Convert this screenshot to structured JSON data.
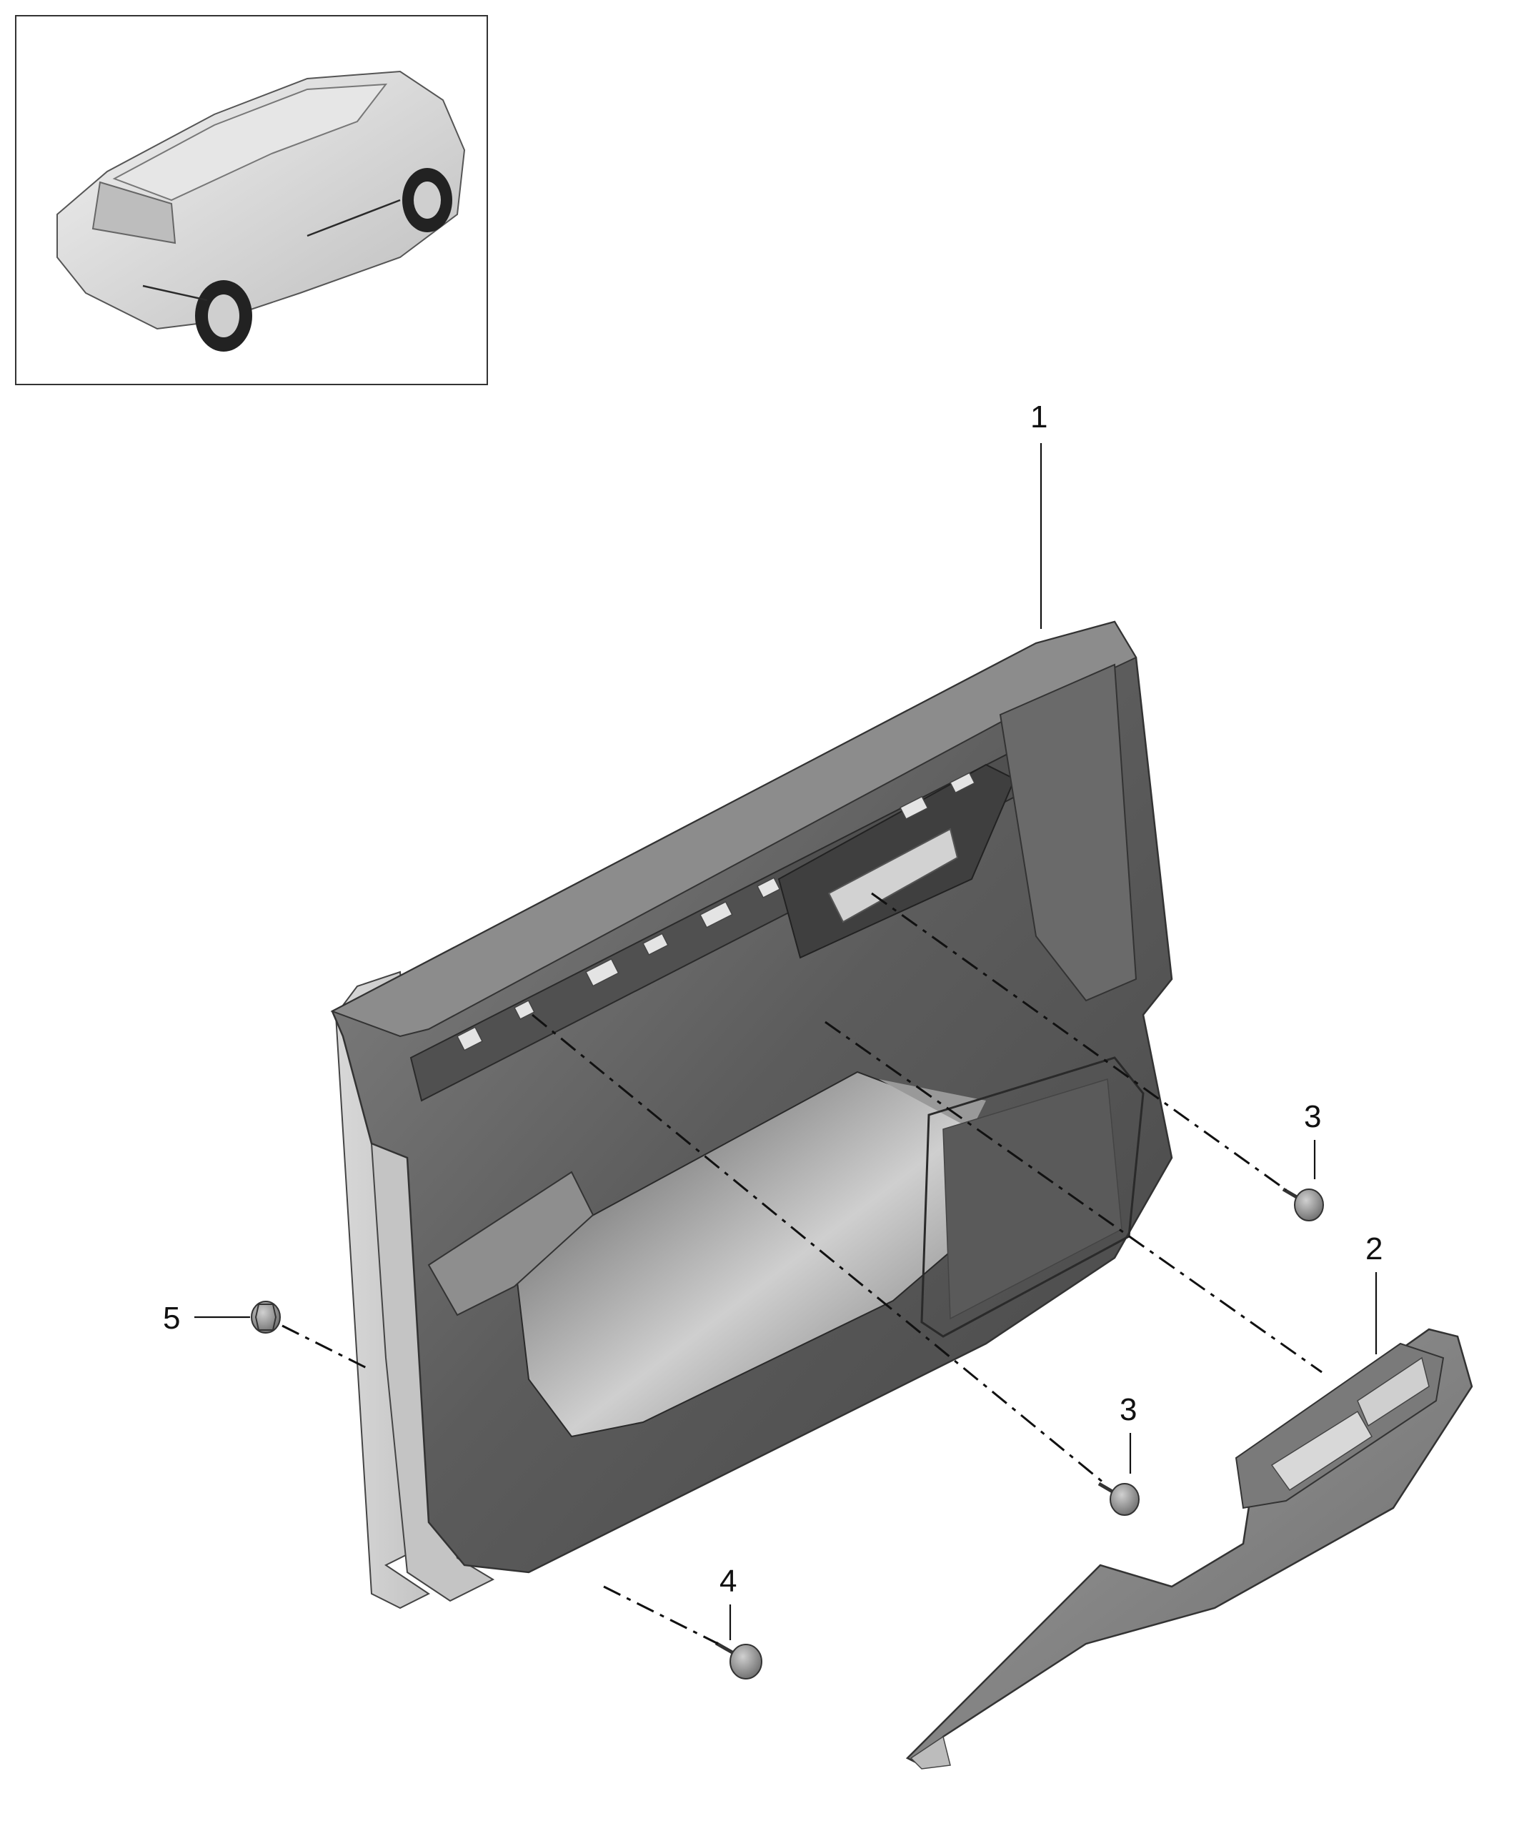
{
  "diagram": {
    "callouts": [
      {
        "id": "1",
        "text": "1"
      },
      {
        "id": "2",
        "text": "2"
      },
      {
        "id": "3a",
        "text": "3"
      },
      {
        "id": "3b",
        "text": "3"
      },
      {
        "id": "4",
        "text": "4"
      },
      {
        "id": "5",
        "text": "5"
      }
    ]
  },
  "colors": {
    "panel_dark": "#5e5e5e",
    "panel_mid": "#7a7a7a",
    "panel_light": "#c9c9c9",
    "line": "#111111",
    "thumbnail_frame": "#333333"
  },
  "icons": [
    "car-overview-icon",
    "door-panel-icon",
    "armrest-icon",
    "screw-icon",
    "clip-icon"
  ]
}
